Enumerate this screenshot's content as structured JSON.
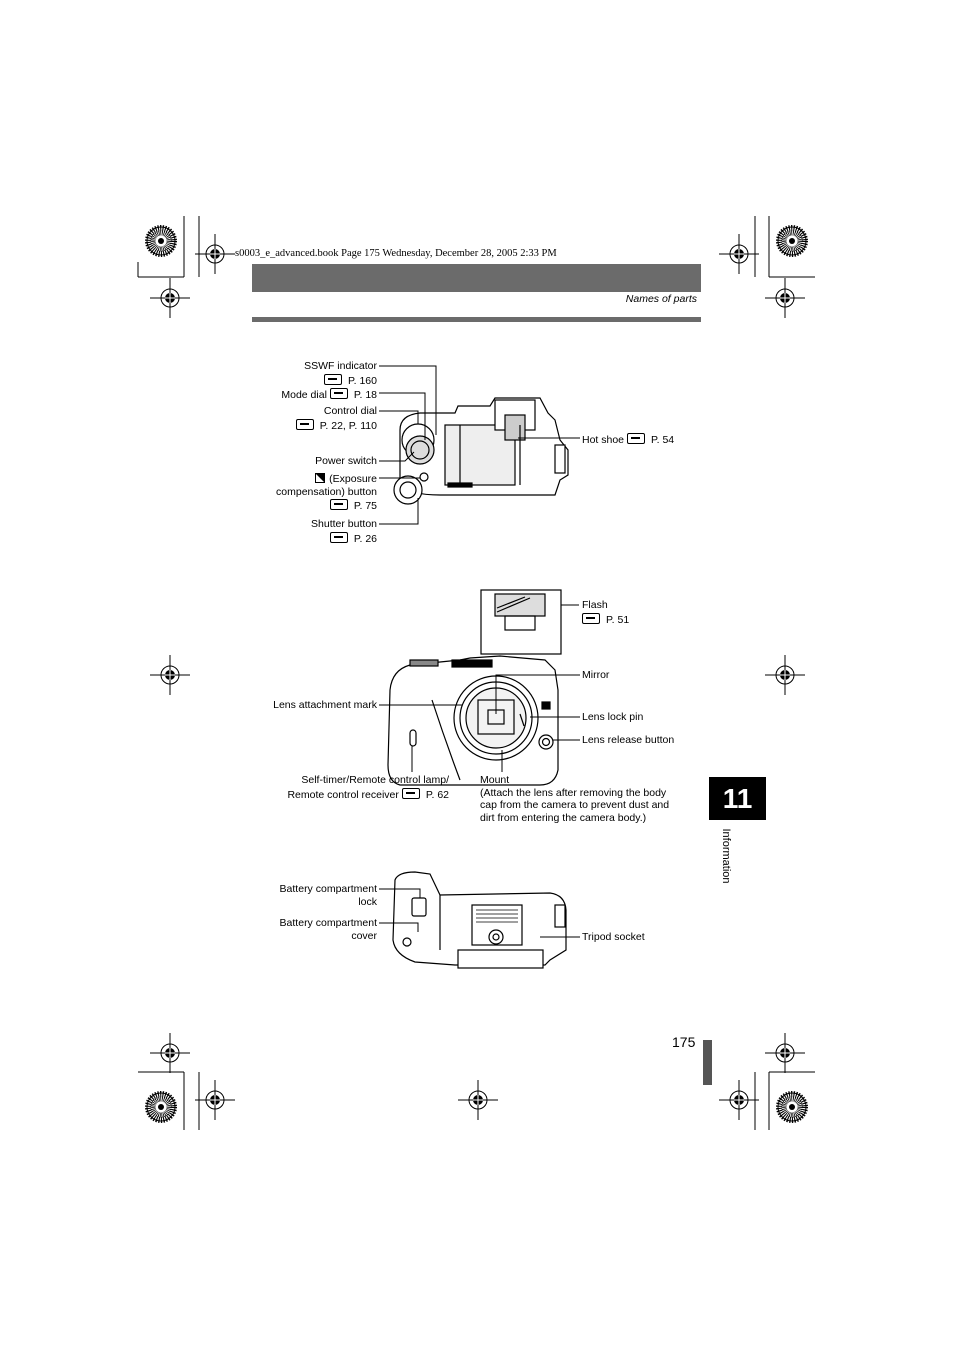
{
  "header": {
    "print_info": "s0003_e_advanced.book  Page 175  Wednesday, December 28, 2005  2:33 PM",
    "section_title": "Names of parts"
  },
  "chapter_tab": {
    "number": "11",
    "label": "Information"
  },
  "page_number": "175",
  "reference_icon": "pointing-hand-icon",
  "top_view": {
    "sswf_indicator": "SSWF indicator",
    "sswf_ref": "P. 160",
    "mode_dial": "Mode dial",
    "mode_dial_ref": "P. 18",
    "control_dial": "Control dial",
    "control_dial_ref": "P. 22, P. 110",
    "power_switch": "Power switch",
    "exposure_line1": "(Exposure",
    "exposure_line2": "compensation) button",
    "exposure_ref": "P. 75",
    "shutter_button": "Shutter button",
    "shutter_ref": "P. 26",
    "hot_shoe": "Hot shoe",
    "hot_shoe_ref": "P. 54"
  },
  "front_view": {
    "flash": "Flash",
    "flash_ref": "P. 51",
    "mirror": "Mirror",
    "lens_attachment_mark": "Lens attachment mark",
    "lens_lock_pin": "Lens lock pin",
    "lens_release_button": "Lens release button",
    "self_timer_line1": "Self-timer/Remote control lamp/",
    "self_timer_line2": "Remote control receiver",
    "self_timer_ref": "P. 62",
    "mount": "Mount",
    "mount_note_1": "(Attach the lens after removing the body",
    "mount_note_2": "cap from the camera to prevent dust and",
    "mount_note_3": "dirt from entering the camera body.)"
  },
  "bottom_view": {
    "battery_lock_1": "Battery compartment",
    "battery_lock_2": "lock",
    "battery_cover_1": "Battery compartment",
    "battery_cover_2": "cover",
    "tripod_socket": "Tripod socket"
  }
}
